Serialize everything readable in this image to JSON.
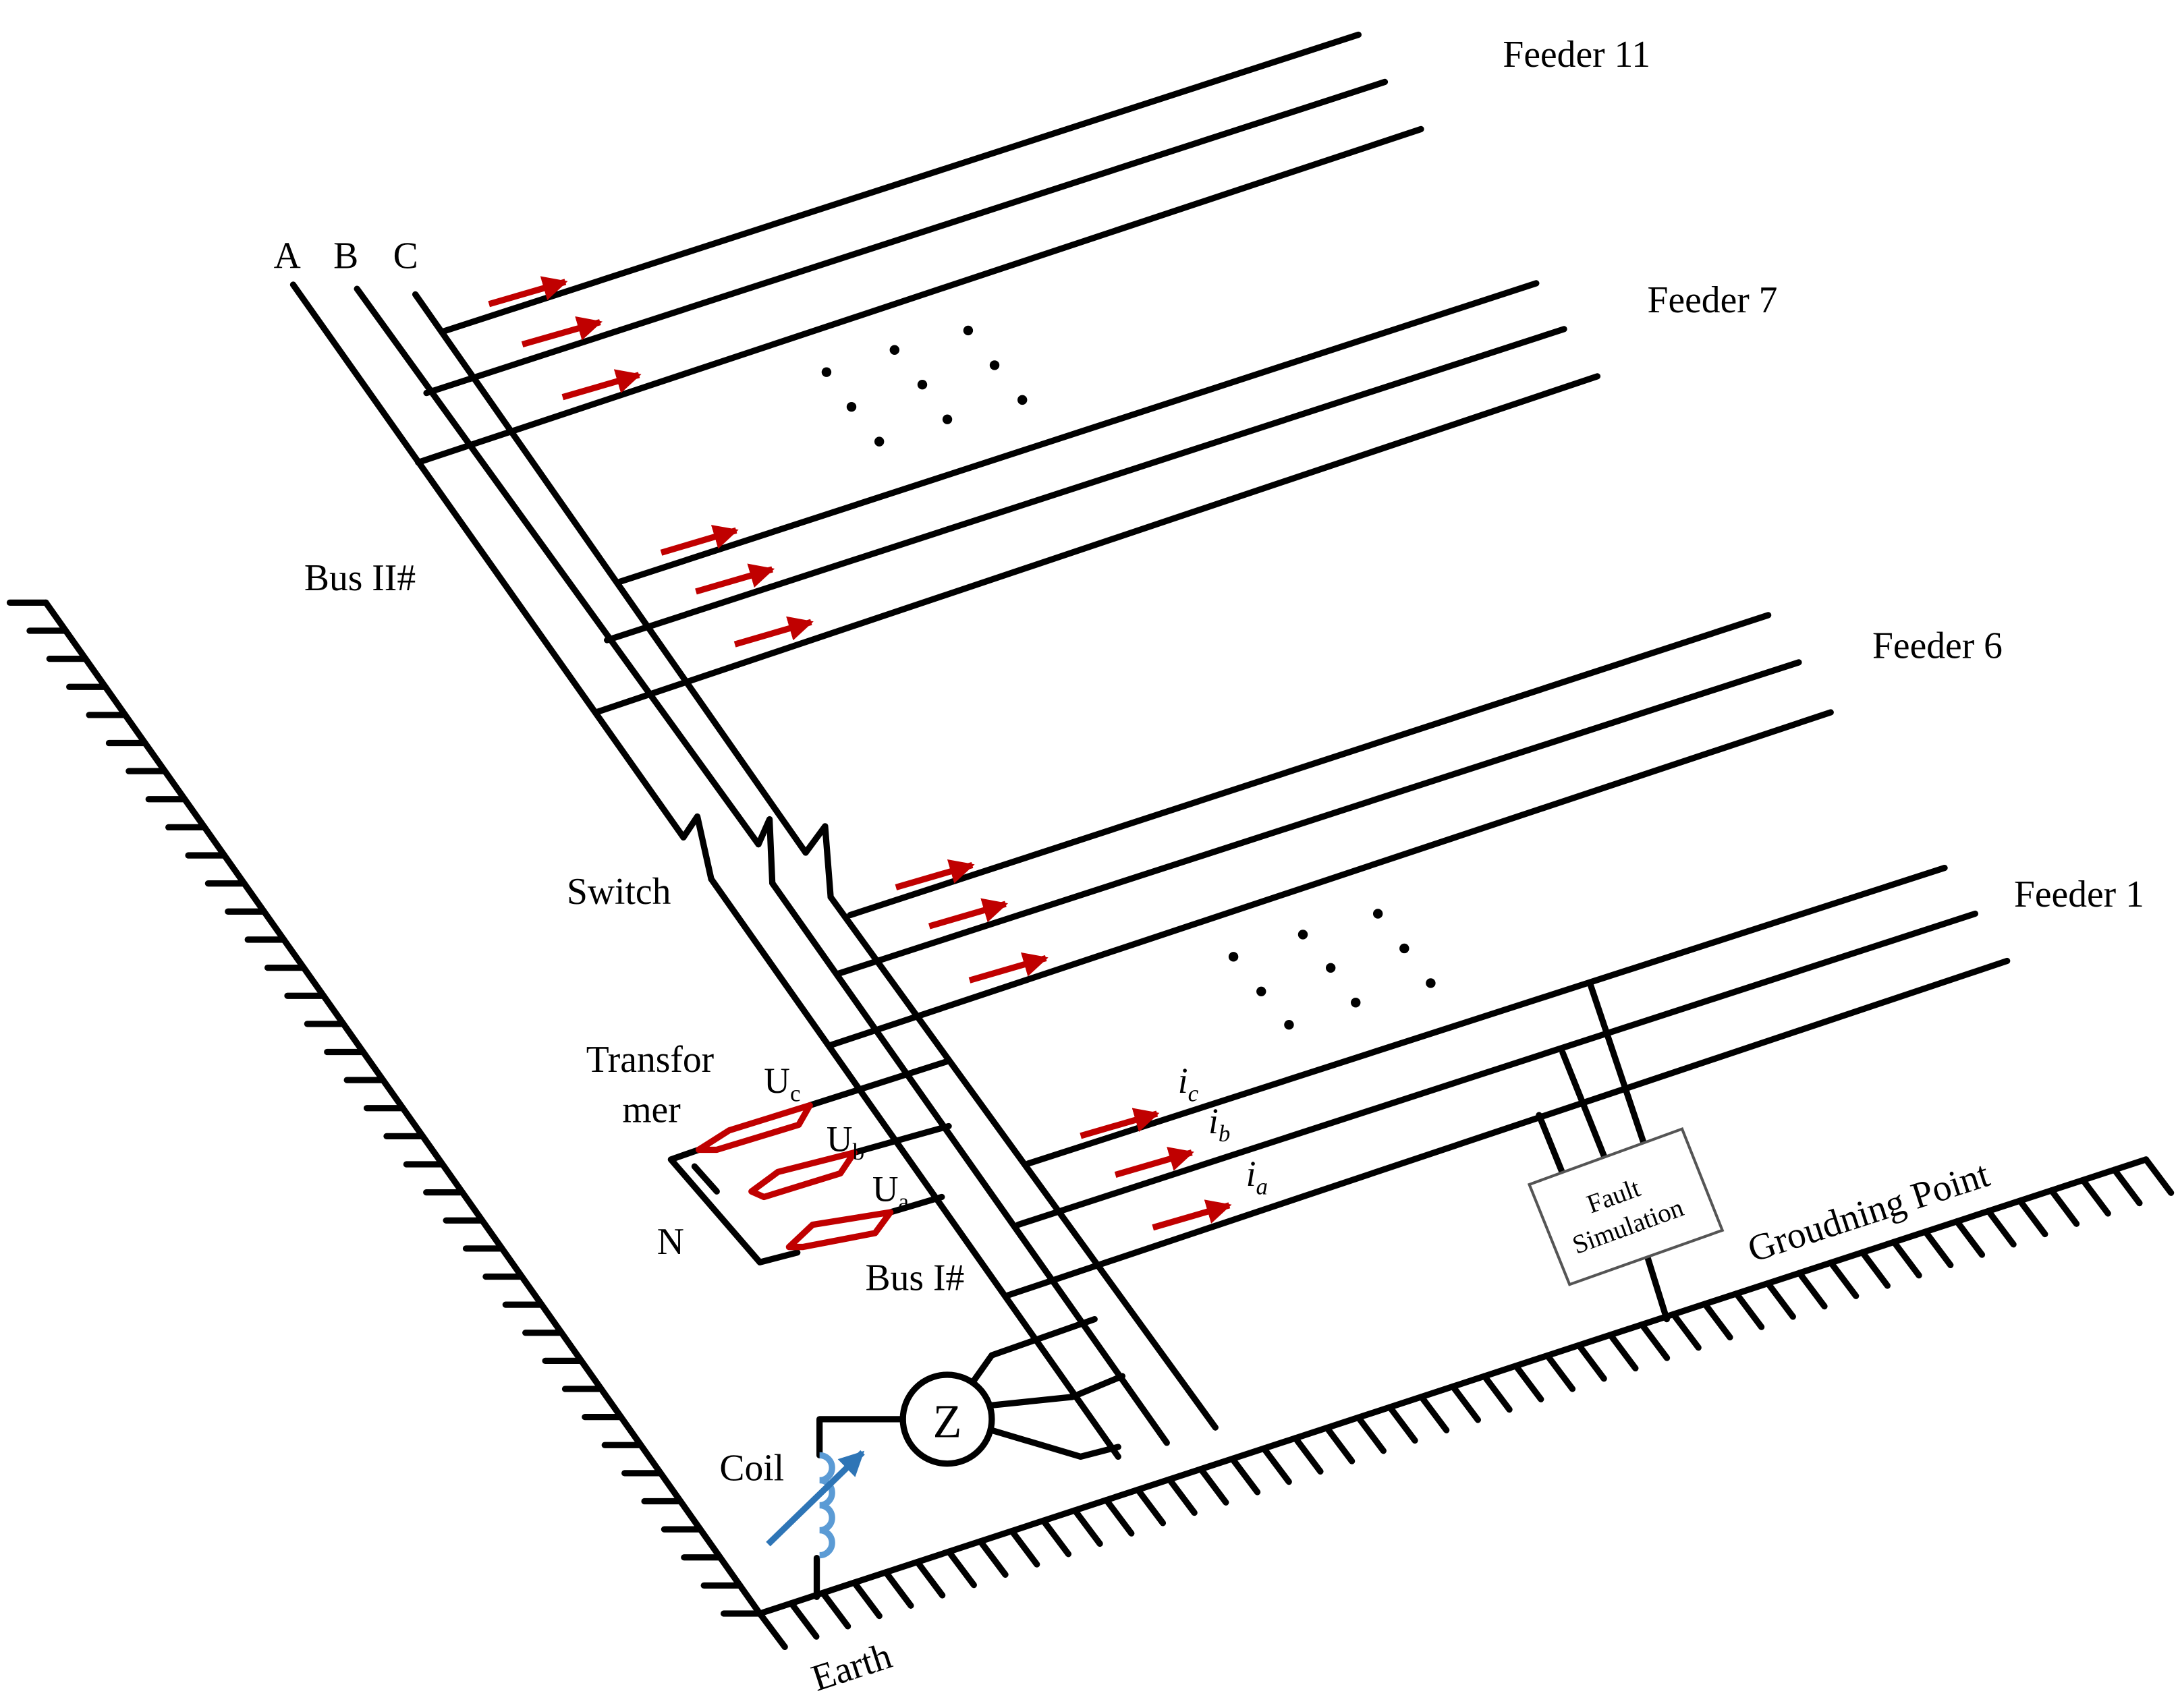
{
  "labels": {
    "phase_a": "A",
    "phase_b": "B",
    "phase_c": "C",
    "feeder_11": "Feeder 11",
    "feeder_7": "Feeder 7",
    "feeder_6": "Feeder 6",
    "feeder_1": "Feeder 1",
    "bus_2": "Bus II#",
    "bus_1": "Bus I#",
    "switch": "Switch",
    "transformer_line1": "Transfor",
    "transformer_line2": "mer",
    "neutral": "N",
    "u_letter": "U",
    "u_c_sub": "c",
    "u_b_sub": "b",
    "u_a_sub": "a",
    "i_letter": "i",
    "i_c_sub": "c",
    "i_b_sub": "b",
    "i_a_sub": "a",
    "fault_line1": "Fault",
    "fault_line2": "Simulation",
    "grounding_point": "Groudning Point",
    "earth": "Earth",
    "coil": "Coil",
    "impedance": "Z"
  },
  "colors": {
    "line": "#000000",
    "current_arrow": "#c00000",
    "transformer": "#c00000",
    "coil": "#5b9bd5",
    "coil_arrow": "#2e75b6"
  }
}
